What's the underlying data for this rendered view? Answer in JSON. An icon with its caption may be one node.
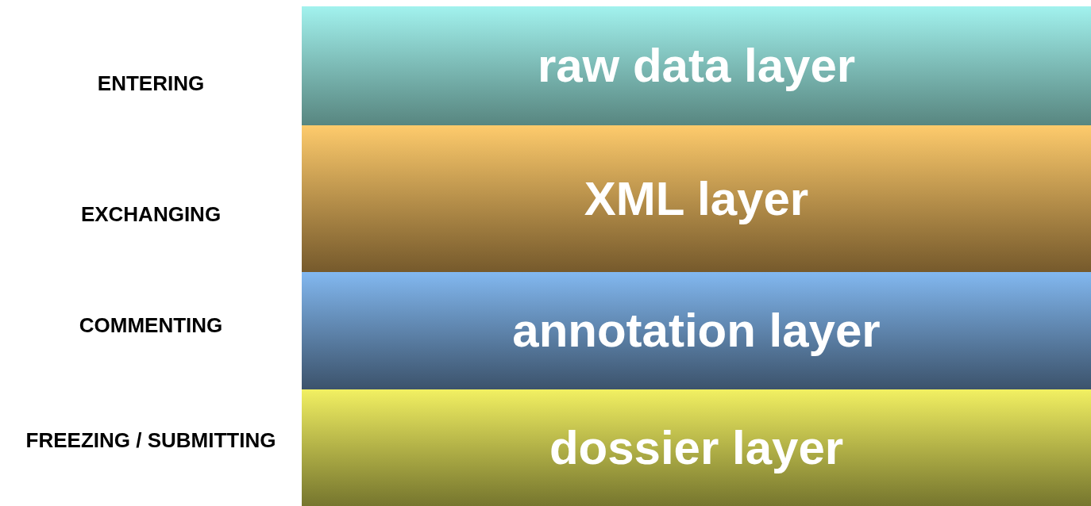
{
  "diagram": {
    "nodes": [
      {
        "text": [
          "raw data layer"
        ]
      },
      {
        "text": [
          "XML layer"
        ]
      },
      {
        "text": [
          "annotation layer"
        ]
      },
      {
        "text": [
          "dossier layer"
        ]
      }
    ],
    "labels": [
      "ENTERING",
      "EXCHANGING",
      "COMMENTING",
      "FREEZING / SUBMITTING"
    ]
  }
}
